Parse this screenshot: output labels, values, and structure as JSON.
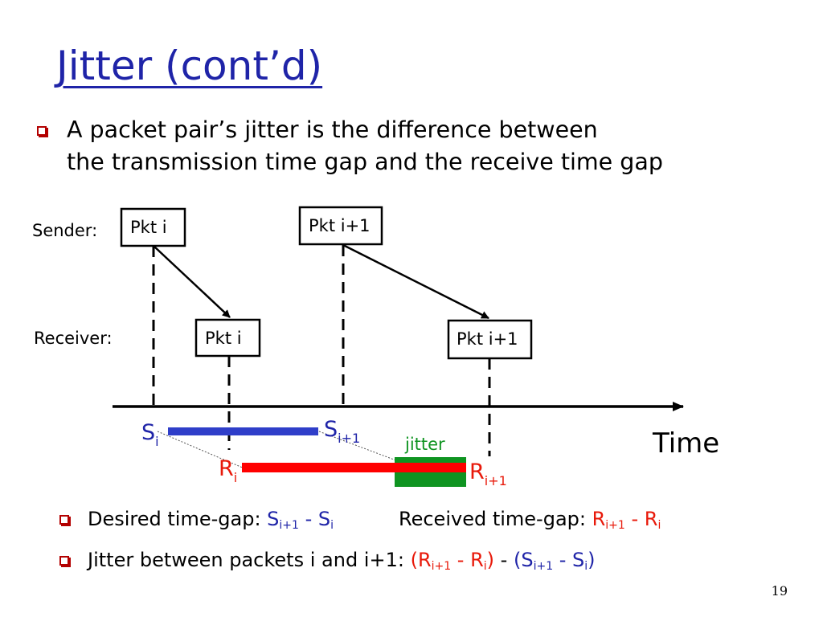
{
  "title": "Jitter (cont’d)",
  "main_bullet": {
    "line1": "A packet pair’s jitter is the difference between",
    "line2": "the transmission time gap and the receive time gap"
  },
  "diagram": {
    "sender_label": "Sender:",
    "receiver_label": "Receiver:",
    "sender_packets": [
      "Pkt i",
      "Pkt i+1"
    ],
    "receiver_packets": [
      "Pkt i",
      "Pkt i+1"
    ],
    "time_label": "Time",
    "jitter_label": "jitter",
    "s_i": {
      "base": "S",
      "sub": "i"
    },
    "s_i1": {
      "base": "S",
      "sub": "i+1"
    },
    "r_i": {
      "base": "R",
      "sub": "i"
    },
    "r_i1": {
      "base": "R",
      "sub": "i+1"
    }
  },
  "sub_bullets": {
    "desired": {
      "label": "Desired time-gap: ",
      "a_base": "S",
      "a_sub": "i+1",
      "minus": " - ",
      "b_base": "S",
      "b_sub": "i"
    },
    "received": {
      "label": "Received time-gap: ",
      "a_base": "R",
      "a_sub": "i+1",
      "minus": " - ",
      "b_base": "R",
      "b_sub": "i"
    },
    "jitter": {
      "label": "Jitter between packets i and i+1: ",
      "open1": "(",
      "a_base": "R",
      "a_sub": "i+1",
      "minus1": " - ",
      "b_base": "R",
      "b_sub": "i",
      "close1": ")",
      "mid": " - ",
      "open2": "(",
      "c_base": "S",
      "c_sub": "i+1",
      "minus2": " - ",
      "d_base": "S",
      "d_sub": "i",
      "close2": ")"
    }
  },
  "page_number": "19",
  "colors": {
    "title": "#1f24a8",
    "sender_gap_bar": "#2f3ec9",
    "receiver_gap_bar": "#ff0000",
    "jitter_bar": "#0f9421",
    "jitter_text": "#0f9421",
    "receiver_marks": "#e8190a",
    "bullet": "#b30000"
  }
}
